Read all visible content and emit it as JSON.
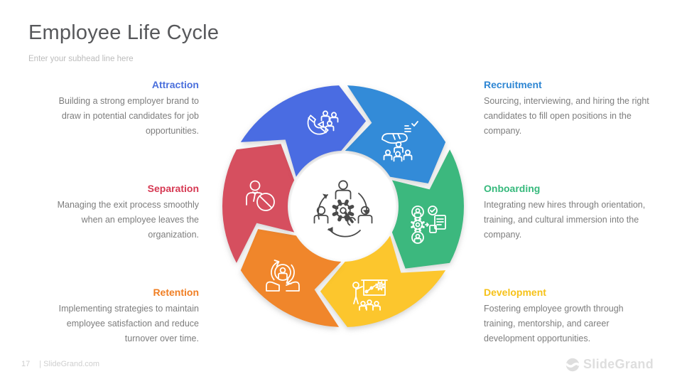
{
  "slide": {
    "title": "Employee Life Cycle",
    "subtitle": "Enter your subhead line here",
    "page_number": "17",
    "footer_text": "| SlideGrand.com",
    "brand_name": "SlideGrand"
  },
  "stages": [
    {
      "id": "attraction",
      "label": "Attraction",
      "heading_color": "#4a6fdc",
      "description": "Building a strong employer brand to draw in potential candidates for job opportunities."
    },
    {
      "id": "recruitment",
      "label": "Recruitment",
      "heading_color": "#2e86d3",
      "description": "Sourcing, interviewing, and hiring the right candidates to fill open positions in the company."
    },
    {
      "id": "separation",
      "label": "Separation",
      "heading_color": "#d63852",
      "description": "Managing the exit process smoothly when an employee leaves the organization."
    },
    {
      "id": "onboarding",
      "label": "Onboarding",
      "heading_color": "#36b97c",
      "description": "Integrating new hires through orientation, training, and cultural immersion into the company."
    },
    {
      "id": "retention",
      "label": "Retention",
      "heading_color": "#f07f24",
      "description": "Implementing strategies to maintain employee satisfaction and reduce turnover over time."
    },
    {
      "id": "development",
      "label": "Development",
      "heading_color": "#f6c21a",
      "description": "Fostering employee growth through training, mentorship, and career development opportunities."
    }
  ],
  "diagram": {
    "type": "cycle",
    "direction": "clockwise",
    "center_icon": "people-gear-cycle-icon",
    "center_icon_color": "#4a4a4a",
    "segments": [
      {
        "id": "recruitment",
        "icon": "hand-picking-candidate-icon",
        "color": "#338bd8",
        "start_deg": 0,
        "end_deg": 60
      },
      {
        "id": "onboarding",
        "icon": "team-checklist-document-icon",
        "color": "#3cb87e",
        "start_deg": 60,
        "end_deg": 120
      },
      {
        "id": "development",
        "icon": "training-presentation-icon",
        "color": "#fcc62d",
        "start_deg": 120,
        "end_deg": 180
      },
      {
        "id": "retention",
        "icon": "hands-holding-employee-icon",
        "color": "#f0862b",
        "start_deg": 180,
        "end_deg": 240
      },
      {
        "id": "separation",
        "icon": "employee-exit-prohibited-icon",
        "color": "#d64f5f",
        "start_deg": 240,
        "end_deg": 300
      },
      {
        "id": "attraction",
        "icon": "magnet-attracting-people-icon",
        "color": "#4a6ce2",
        "start_deg": 300,
        "end_deg": 360
      }
    ]
  }
}
